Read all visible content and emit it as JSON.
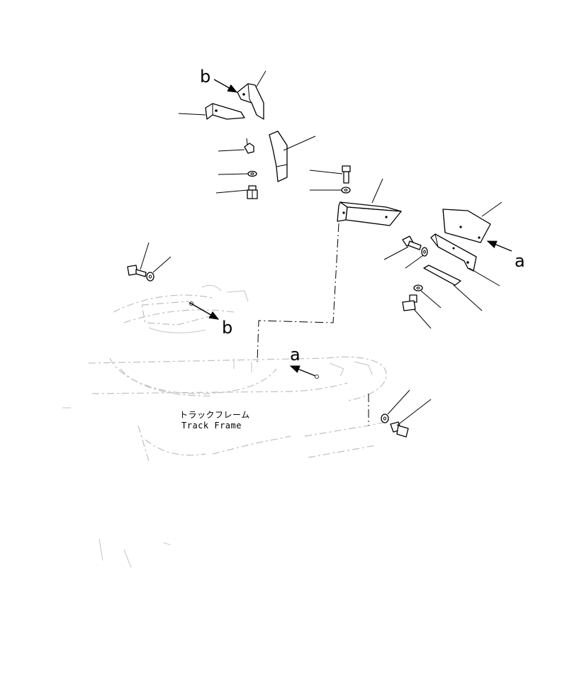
{
  "labels": {
    "callout_a": "a",
    "callout_b": "b",
    "frame_label_jp": "トラックフレーム",
    "frame_label_en": "Track Frame"
  },
  "parts": [
    {
      "id": "cover-bracket-b",
      "icon": "bent-cover-plate"
    },
    {
      "id": "bracket-small-b",
      "icon": "angle-bracket"
    },
    {
      "id": "cover-vertical",
      "icon": "bent-cover-plate"
    },
    {
      "id": "clip",
      "icon": "small-clip"
    },
    {
      "id": "washer-1",
      "icon": "washer"
    },
    {
      "id": "bolt-1",
      "icon": "hex-bolt"
    },
    {
      "id": "bolt-2",
      "icon": "hex-bolt"
    },
    {
      "id": "washer-2",
      "icon": "washer"
    },
    {
      "id": "angle-cover-mid",
      "icon": "angle-plate"
    },
    {
      "id": "cover-box-a",
      "icon": "box-cover"
    },
    {
      "id": "bracket-a",
      "icon": "angle-bracket"
    },
    {
      "id": "shim-plate",
      "icon": "flat-plate"
    },
    {
      "id": "bolt-3",
      "icon": "hex-bolt"
    },
    {
      "id": "washer-3",
      "icon": "washer"
    },
    {
      "id": "bolt-4",
      "icon": "hex-bolt"
    },
    {
      "id": "washer-4",
      "icon": "washer"
    },
    {
      "id": "bolt-5",
      "icon": "hex-bolt"
    },
    {
      "id": "washer-5",
      "icon": "washer"
    },
    {
      "id": "bolt-6",
      "icon": "hex-bolt"
    },
    {
      "id": "washer-6",
      "icon": "washer"
    }
  ],
  "colors": {
    "line": "#000000",
    "background": "#ffffff",
    "ghost": "#bfbfbf"
  }
}
